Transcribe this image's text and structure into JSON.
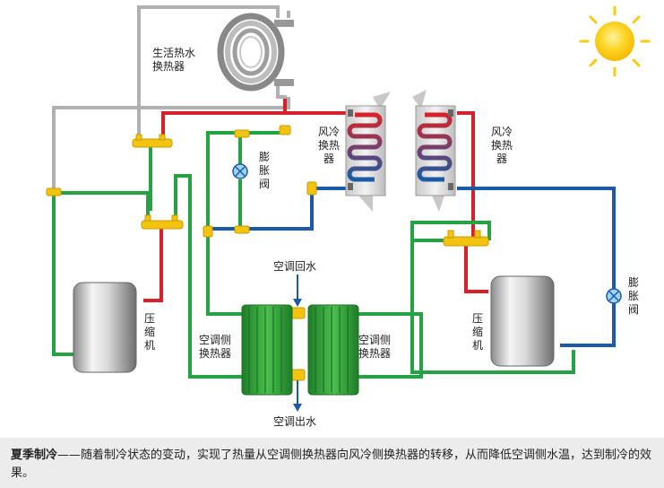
{
  "labels": {
    "domestic_hx": "生活热水换热器",
    "air_hx_left": "风冷换热器",
    "air_hx_right": "风冷换热器",
    "expansion_left": "膨胀阀",
    "expansion_right": "膨胀阀",
    "compressor_left": "压缩机",
    "compressor_right": "压缩机",
    "ac_hx_left": "空调侧换热器",
    "ac_hx_right": "空调侧换热器",
    "return_water": "空调回水",
    "outlet_water": "空调出水"
  },
  "caption": {
    "title": "夏季制冷",
    "dash": "——",
    "text": "随着制冷状态的变动，实现了热量从空调侧换热器向风冷侧换热器的转移，从而降低空调侧水温，达到制冷的效果。"
  },
  "colors": {
    "hot_pipe": "#d7212a",
    "cold_pipe": "#1a5aa6",
    "liquid_pipe": "#25a244",
    "grey_pipe": "#b0b0b0",
    "valve": "#f2c40f",
    "hx_green": "#2e9a35",
    "sun": "#fbcb12"
  }
}
